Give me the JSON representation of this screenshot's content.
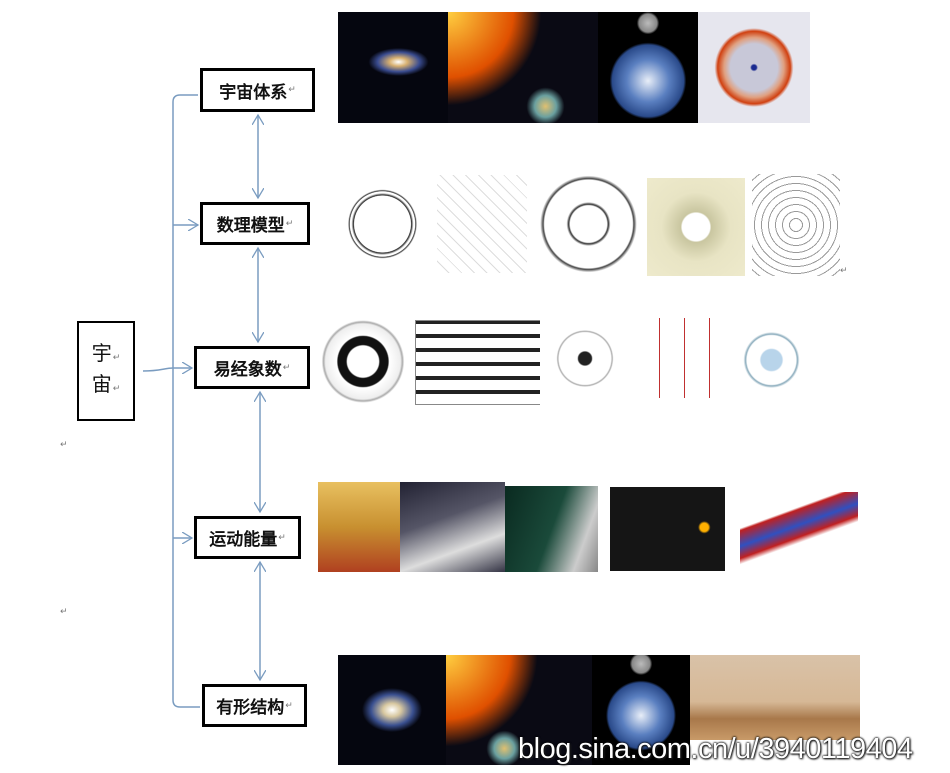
{
  "root": {
    "line1": "宇",
    "line2": "宙"
  },
  "paragraph_mark": "↵",
  "nodes": [
    {
      "label": "宇宙体系"
    },
    {
      "label": "数理模型"
    },
    {
      "label": "易经象数"
    },
    {
      "label": "运动能量"
    },
    {
      "label": "有形结构"
    }
  ],
  "watermark": "blog.sina.com.cn/u/3940119404",
  "colors": {
    "connector": "#7a9cc0",
    "border": "#000000"
  }
}
